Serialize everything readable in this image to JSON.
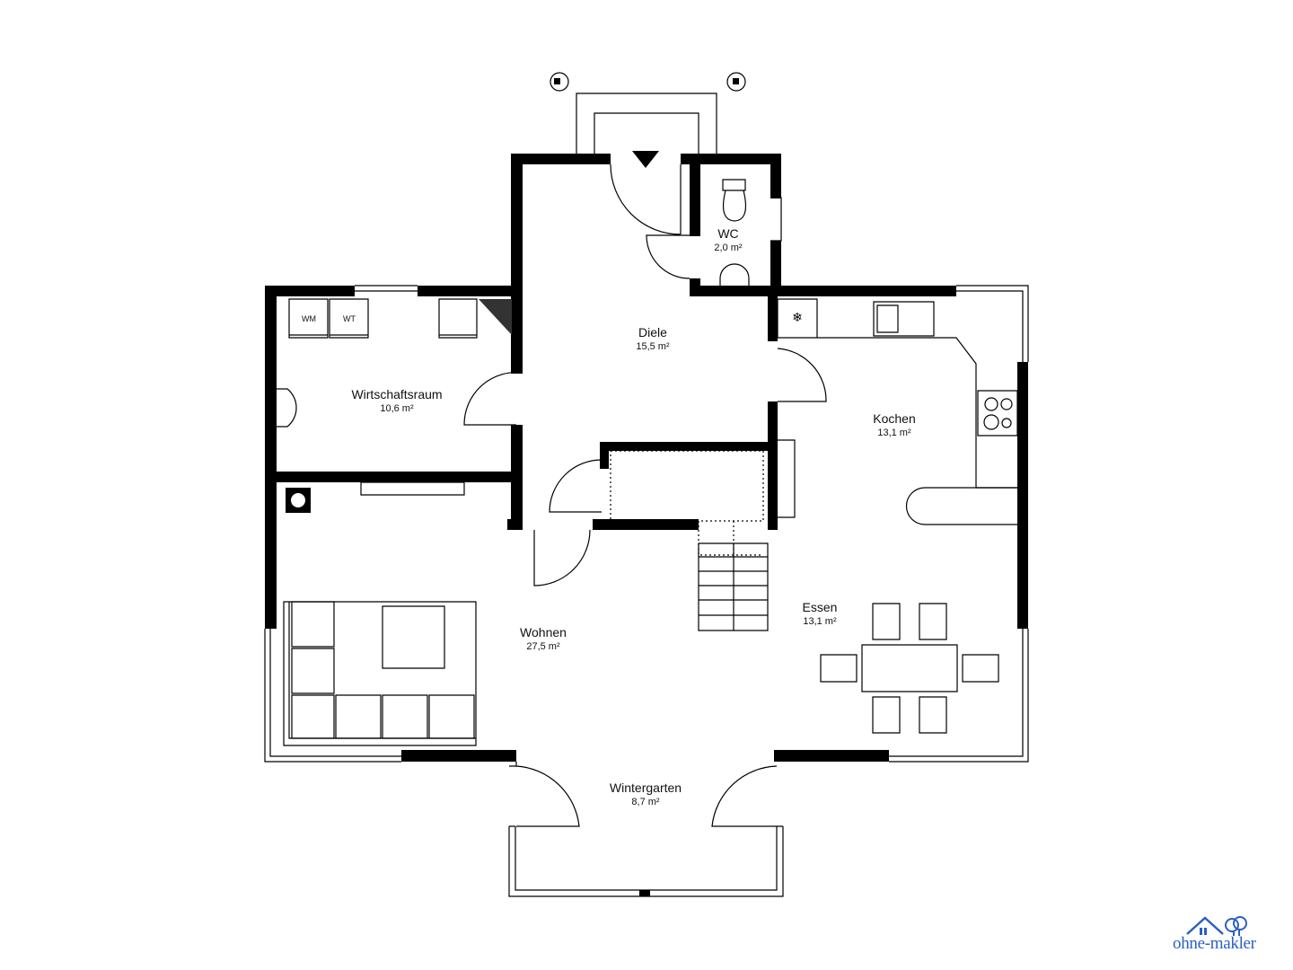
{
  "rooms": [
    {
      "name": "WC",
      "area": "2,0 m²"
    },
    {
      "name": "Diele",
      "area": "15,5 m²"
    },
    {
      "name": "Wirtschaftsraum",
      "area": "10,6 m²"
    },
    {
      "name": "Kochen",
      "area": "13,1 m²"
    },
    {
      "name": "Wohnen",
      "area": "27,5 m²"
    },
    {
      "name": "Essen",
      "area": "13,1 m²"
    },
    {
      "name": "Wintergarten",
      "area": "8,7 m²"
    }
  ],
  "appliances": {
    "washer": "WM",
    "dryer": "WT"
  },
  "logo": {
    "text": "ohne-makler",
    "color": "#2a5fc4"
  }
}
